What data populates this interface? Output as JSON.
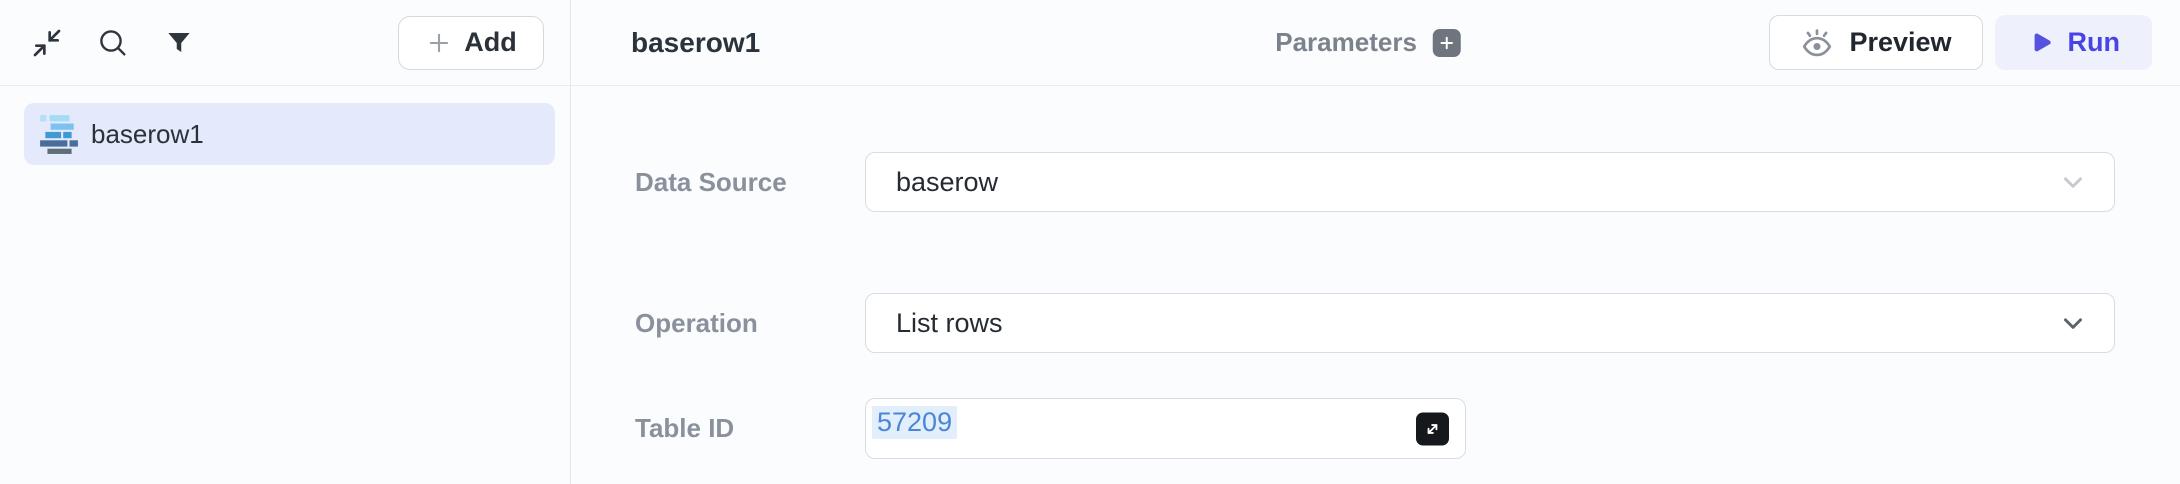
{
  "sidebar": {
    "icons": {
      "collapse": "collapse-icon",
      "search": "search-icon",
      "filter": "filter-icon"
    },
    "add_button": {
      "label": "Add"
    },
    "items": [
      {
        "label": "baserow1",
        "icon": "baserow-logo-icon",
        "selected": true
      }
    ]
  },
  "header": {
    "title": "baserow1",
    "parameters": {
      "label": "Parameters"
    },
    "preview_button": {
      "label": "Preview"
    },
    "run_button": {
      "label": "Run"
    }
  },
  "form": {
    "fields": [
      {
        "label": "Data Source",
        "type": "select",
        "value": "baserow"
      },
      {
        "label": "Operation",
        "type": "select",
        "value": "List rows"
      },
      {
        "label": "Table ID",
        "type": "code",
        "value": "57209"
      }
    ]
  },
  "colors": {
    "accent_indigo": "#4743e5",
    "run_button_bg": "#eef0fc",
    "selected_item_bg": "#e4eafb",
    "token_text": "#4a86d8",
    "token_bg": "#e3eefc",
    "label_gray": "#8a919c",
    "field_border": "#d9dde3",
    "baserow_icon_palette": [
      "#a6dbf8",
      "#7cc2f1",
      "#3f9ad2",
      "#4a6d9b",
      "#5d6e7b"
    ]
  }
}
